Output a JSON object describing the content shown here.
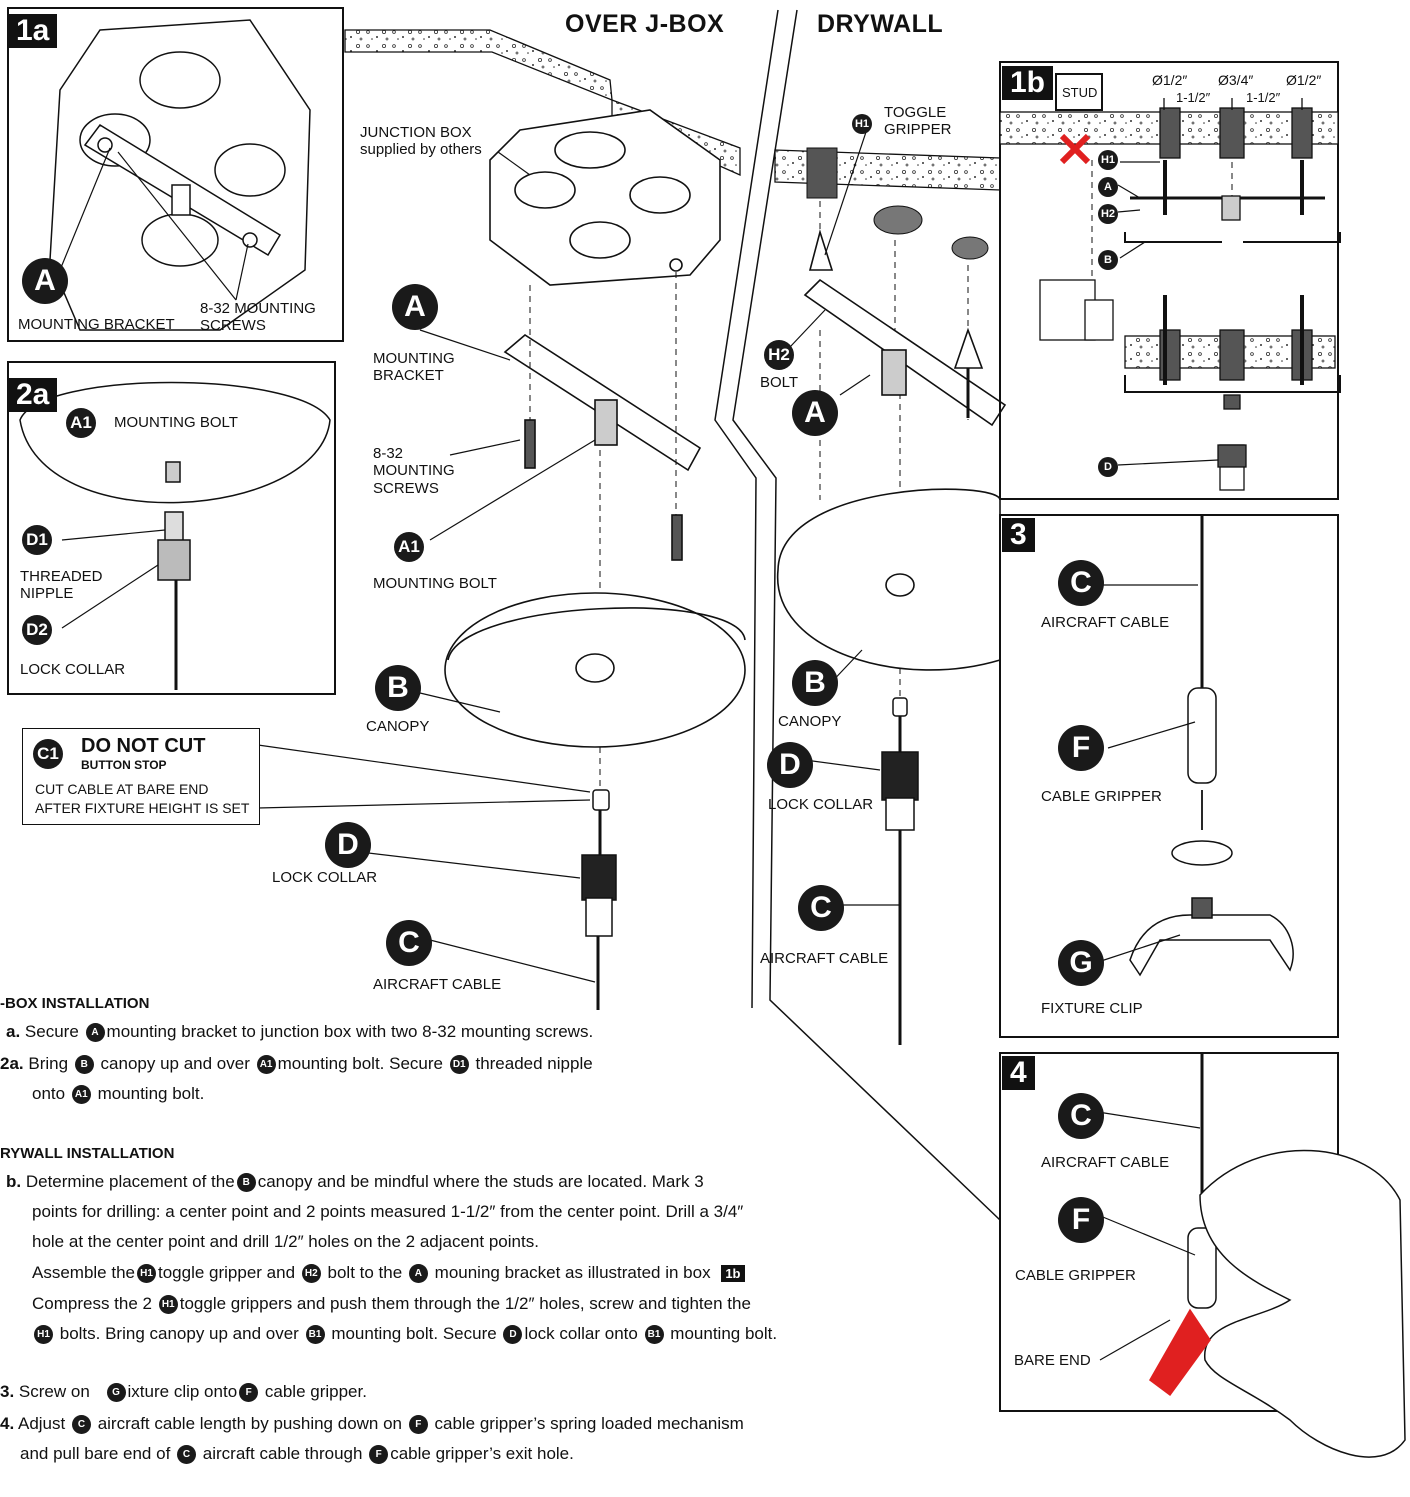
{
  "headers": {
    "over_jbox": "OVER J-BOX",
    "drywall": "DRYWALL"
  },
  "boxes": {
    "b1a": "1a",
    "b2a": "2a",
    "b1b": "1b",
    "b3": "3",
    "b4": "4"
  },
  "box1a": {
    "badge": "A",
    "label_bracket": "MOUNTING BRACKET",
    "label_screws": "8-32 MOUNTING\nSCREWS"
  },
  "box2a": {
    "a1": "A1",
    "mounting_bolt": "MOUNTING BOLT",
    "d1": "D1",
    "threaded_nipple": "THREADED\nNIPPLE",
    "d2": "D2",
    "lock_collar": "LOCK COLLAR"
  },
  "jbox": {
    "junction_box": "JUNCTION BOX\nsupplied by others",
    "a": "A",
    "mounting_bracket": "MOUNTING\nBRACKET",
    "screws": "8-32\nMOUNTING\nSCREWS",
    "a1": "A1",
    "mounting_bolt": "MOUNTING BOLT",
    "b": "B",
    "canopy": "CANOPY",
    "d": "D",
    "lock_collar": "LOCK COLLAR",
    "c": "C",
    "aircraft_cable": "AIRCRAFT CABLE"
  },
  "do_not_cut": {
    "badge": "C1",
    "title": "DO NOT CUT",
    "sub": "BUTTON STOP",
    "text": "CUT CABLE AT BARE END\nAFTER FIXTURE HEIGHT IS SET"
  },
  "drywall": {
    "h1": "H1",
    "toggle_gripper": "TOGGLE\nGRIPPER",
    "h2": "H2",
    "bolt": "BOLT",
    "a": "A",
    "b": "B",
    "canopy": "CANOPY",
    "d": "D",
    "lock_collar": "LOCK COLLAR",
    "c": "C",
    "aircraft_cable": "AIRCRAFT CABLE"
  },
  "box1b": {
    "stud": "STUD",
    "d1": "Ø1/2″",
    "d2": "Ø3/4″",
    "d3": "Ø1/2″",
    "dim1": "1-1/2″",
    "dim2": "1-1/2″",
    "h1": "H1",
    "a": "A",
    "h2": "H2",
    "b": "B",
    "d": "D"
  },
  "box3": {
    "c": "C",
    "aircraft_cable": "AIRCRAFT CABLE",
    "f": "F",
    "cable_gripper": "CABLE GRIPPER",
    "g": "G",
    "fixture_clip": "FIXTURE CLIP"
  },
  "box4": {
    "c": "C",
    "aircraft_cable": "AIRCRAFT CABLE",
    "f": "F",
    "cable_gripper": "CABLE GRIPPER",
    "bare_end": "BARE END"
  },
  "instructions": {
    "jbox_title": "-BOX INSTALLATION",
    "s1a_num": "a.",
    "s1a_pre": "Secure",
    "s1a_badge": "A",
    "s1a_post": "mounting bracket to junction box with two 8-32 mounting screws.",
    "s2a_num": "2a.",
    "s2a_pre": "Bring",
    "s2a_b": "B",
    "s2a_mid1": "canopy up and over",
    "s2a_a1": "A1",
    "s2a_mid2": "mounting bolt.  Secure",
    "s2a_d1": "D1",
    "s2a_post": "threaded nipple",
    "s2a_l2_pre": "onto",
    "s2a_l2_a1": "A1",
    "s2a_l2_post": "mounting bolt.",
    "dry_title": "RYWALL INSTALLATION",
    "s1b_num": "b.",
    "s1b_pre": "Determine placement of the",
    "s1b_b": "B",
    "s1b_post": "canopy and be mindful where the studs are located. Mark 3",
    "s1b_l2": "points for drilling: a center point and 2 points measured 1-1/2″ from the center point. Drill a 3/4″",
    "s1b_l3": "hole at the center point and drill 1/2″ holes on the 2 adjacent points.",
    "s1b_l4_pre": "Assemble the",
    "s1b_l4_h1": "H1",
    "s1b_l4_mid": "toggle gripper and",
    "s1b_l4_h2": "H2",
    "s1b_l4_mid2": "bolt to the",
    "s1b_l4_a": "A",
    "s1b_l4_post": "mouning bracket as illustrated in box",
    "s1b_l4_box": "1b",
    "s1b_l5_pre": "Compress the 2",
    "s1b_l5_h1": "H1",
    "s1b_l5_post": "toggle grippers and push them through the 1/2″ holes, screw and tighten the",
    "s1b_l6_h1": "H1",
    "s1b_l6_mid": "bolts. Bring canopy up and over",
    "s1b_l6_b1": "B1",
    "s1b_l6_mid2": "mounting bolt. Secure",
    "s1b_l6_d": "D",
    "s1b_l6_mid3": "lock collar onto",
    "s1b_l6_b1b": "B1",
    "s1b_l6_post": "mounting bolt.",
    "s3_num": "3.",
    "s3_pre": "Screw on",
    "s3_g": "G",
    "s3_mid": "ixture clip onto",
    "s3_f": "F",
    "s3_post": "cable gripper.",
    "s4_num": "4.",
    "s4_pre": "Adjust",
    "s4_c": "C",
    "s4_mid": "aircraft cable length by pushing down on",
    "s4_f": "F",
    "s4_post": "cable gripper’s spring loaded mechanism",
    "s4_l2_pre": "and pull bare end of",
    "s4_l2_c": "C",
    "s4_l2_mid": "aircraft cable through",
    "s4_l2_f": "F",
    "s4_l2_post": "cable gripper’s exit hole."
  }
}
